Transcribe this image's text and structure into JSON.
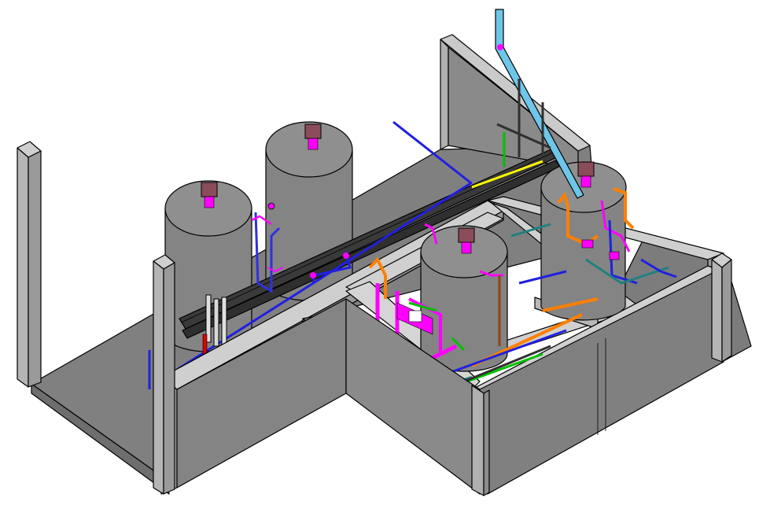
{
  "scene": {
    "colors": {
      "background": "#ffffff",
      "floor": "#808080",
      "floor_dark": "#6e6e6e",
      "wall_top": "#c8c8c8",
      "wall_face": "#a8a8a8",
      "wall_dark": "#7a7a7a",
      "tank_body": "#848484",
      "tank_top": "#8f8f8f",
      "outline": "#000000",
      "pipe_blue": "#2020e0",
      "pipe_magenta": "#ff00ff",
      "pipe_orange": "#ff8000",
      "pipe_green": "#00c000",
      "pipe_teal": "#208080",
      "pipe_light_blue": "#6ec6e8",
      "pipe_red": "#e00000",
      "pipe_brown": "#8b4513",
      "pipe_dark": "#303030",
      "valve_brown": "#8b4c5a"
    },
    "tanks": [
      "tank-1",
      "tank-2",
      "tank-3",
      "tank-4"
    ]
  }
}
